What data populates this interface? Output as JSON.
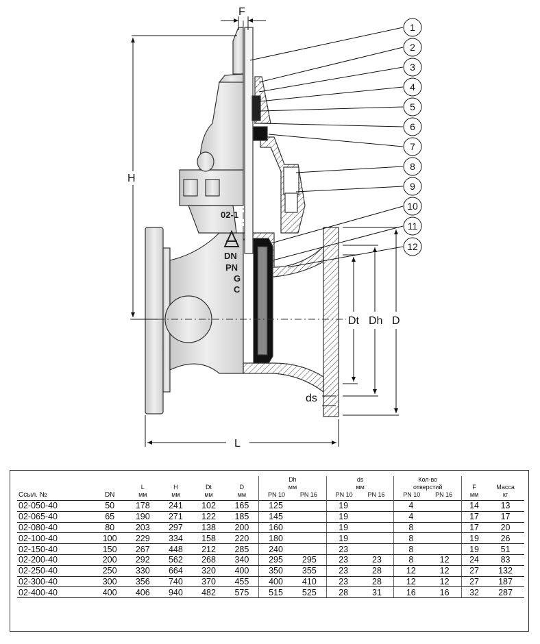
{
  "drawing": {
    "dimension_labels": {
      "F": "F",
      "H": "H",
      "L": "L",
      "Dt": "Dt",
      "Dh": "Dh",
      "D": "D",
      "ds": "ds"
    },
    "body_markings": [
      "02-1",
      "DN",
      "PN",
      "G",
      "C"
    ],
    "callouts": [
      "1",
      "2",
      "3",
      "4",
      "5",
      "6",
      "7",
      "8",
      "9",
      "10",
      "11",
      "12"
    ]
  },
  "table": {
    "header": {
      "ref": "Ссыл. №",
      "dn": "DN",
      "l": "L",
      "h": "H",
      "dt": "Dt",
      "d": "D",
      "dh": "Dh",
      "ds": "ds",
      "holes_line1": "Кол-во",
      "holes_line2": "отверстий",
      "f": "F",
      "mass": "Масса",
      "unit_mm": "мм",
      "unit_kg": "кг",
      "pn10": "PN 10",
      "pn16": "PN 16"
    },
    "rows": [
      {
        "ref": "02-050-40",
        "dn": "50",
        "l": "178",
        "h": "241",
        "dt": "102",
        "d": "165",
        "dh10": "125",
        "dh16": "",
        "ds10": "19",
        "ds16": "",
        "ho10": "4",
        "ho16": "",
        "f": "14",
        "mass": "13"
      },
      {
        "ref": "02-065-40",
        "dn": "65",
        "l": "190",
        "h": "271",
        "dt": "122",
        "d": "185",
        "dh10": "145",
        "dh16": "",
        "ds10": "19",
        "ds16": "",
        "ho10": "4",
        "ho16": "",
        "f": "17",
        "mass": "17"
      },
      {
        "ref": "02-080-40",
        "dn": "80",
        "l": "203",
        "h": "297",
        "dt": "138",
        "d": "200",
        "dh10": "160",
        "dh16": "",
        "ds10": "19",
        "ds16": "",
        "ho10": "8",
        "ho16": "",
        "f": "17",
        "mass": "20"
      },
      {
        "ref": "02-100-40",
        "dn": "100",
        "l": "229",
        "h": "334",
        "dt": "158",
        "d": "220",
        "dh10": "180",
        "dh16": "",
        "ds10": "19",
        "ds16": "",
        "ho10": "8",
        "ho16": "",
        "f": "19",
        "mass": "26"
      },
      {
        "ref": "02-150-40",
        "dn": "150",
        "l": "267",
        "h": "448",
        "dt": "212",
        "d": "285",
        "dh10": "240",
        "dh16": "",
        "ds10": "23",
        "ds16": "",
        "ho10": "8",
        "ho16": "",
        "f": "19",
        "mass": "51"
      },
      {
        "ref": "02-200-40",
        "dn": "200",
        "l": "292",
        "h": "562",
        "dt": "268",
        "d": "340",
        "dh10": "295",
        "dh16": "295",
        "ds10": "23",
        "ds16": "23",
        "ho10": "8",
        "ho16": "12",
        "f": "24",
        "mass": "83"
      },
      {
        "ref": "02-250-40",
        "dn": "250",
        "l": "330",
        "h": "664",
        "dt": "320",
        "d": "400",
        "dh10": "350",
        "dh16": "355",
        "ds10": "23",
        "ds16": "28",
        "ho10": "12",
        "ho16": "12",
        "f": "27",
        "mass": "132"
      },
      {
        "ref": "02-300-40",
        "dn": "300",
        "l": "356",
        "h": "740",
        "dt": "370",
        "d": "455",
        "dh10": "400",
        "dh16": "410",
        "ds10": "23",
        "ds16": "28",
        "ho10": "12",
        "ho16": "12",
        "f": "27",
        "mass": "187"
      },
      {
        "ref": "02-400-40",
        "dn": "400",
        "l": "406",
        "h": "940",
        "dt": "482",
        "d": "575",
        "dh10": "515",
        "dh16": "525",
        "ds10": "28",
        "ds16": "31",
        "ho10": "16",
        "ho16": "16",
        "f": "32",
        "mass": "287"
      }
    ]
  }
}
